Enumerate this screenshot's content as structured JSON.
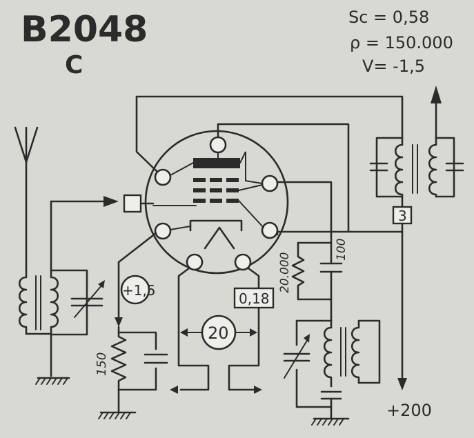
{
  "header": {
    "title": "B2048",
    "subtitle": "C"
  },
  "specs": {
    "sc": "Sc = 0,58",
    "rho": "ρ = 150.000",
    "v": "V= -1,5"
  },
  "labels": {
    "grid_bias": "+1,5",
    "screen_box": "3",
    "heater_current": "0,18",
    "heater_voltage": "20",
    "resistor_grid": "150",
    "resistor_load": "20.000",
    "capacitor_value": "100",
    "supply": "+200"
  },
  "colors": {
    "ink": "#2b2b2b",
    "paper": "#d9d9d4",
    "fill": "#eeeeea"
  }
}
